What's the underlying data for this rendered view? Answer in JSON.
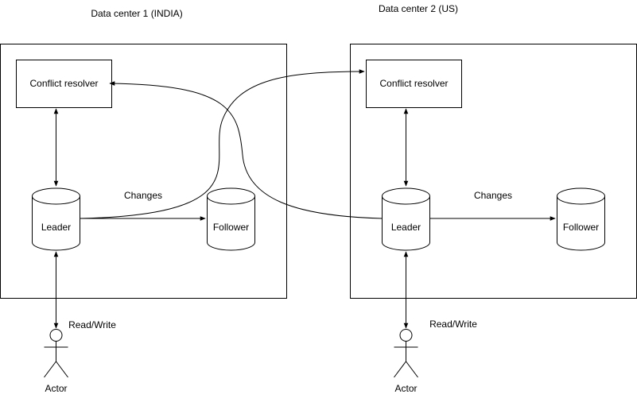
{
  "datacenters": [
    {
      "title": "Data center 1 (INDIA)",
      "conflict_resolver": "Conflict resolver",
      "leader": "Leader",
      "follower": "Follower",
      "changes": "Changes",
      "read_write": "Read/Write",
      "actor": "Actor"
    },
    {
      "title": "Data center 2 (US)",
      "conflict_resolver": "Conflict resolver",
      "leader": "Leader",
      "follower": "Follower",
      "changes": "Changes",
      "read_write": "Read/Write",
      "actor": "Actor"
    }
  ],
  "colors": {
    "stroke": "#000000",
    "fill": "#ffffff"
  }
}
